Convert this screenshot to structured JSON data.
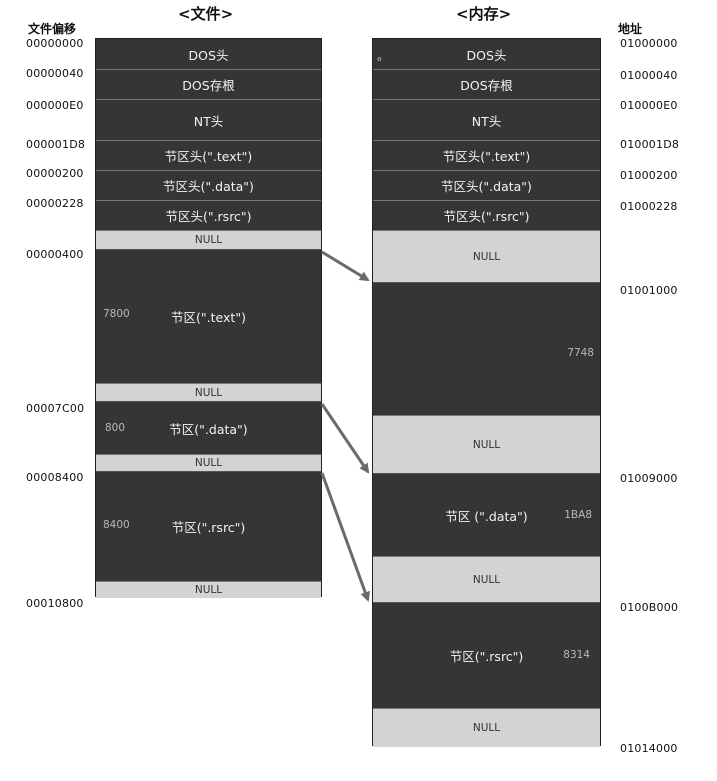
{
  "titles": {
    "file": "<文件>",
    "memory": "<内存>"
  },
  "headers": {
    "file_offset": "文件偏移",
    "address": "地址"
  },
  "file_offsets": [
    "00000000",
    "00000040",
    "000000E0",
    "000001D8",
    "00000200",
    "00000228",
    "00000400",
    "00007C00",
    "00008400",
    "00010800"
  ],
  "mem_addresses": [
    "01000000",
    "01000040",
    "010000E0",
    "010001D8",
    "01000200",
    "01000228",
    "01001000",
    "01009000",
    "0100B000",
    "01014000"
  ],
  "file_blocks": [
    {
      "label": "DOS头",
      "type": "dark"
    },
    {
      "label": "DOS存根",
      "type": "dark"
    },
    {
      "label": "NT头",
      "type": "dark"
    },
    {
      "label": "节区头(\".text\")",
      "type": "dark"
    },
    {
      "label": "节区头(\".data\")",
      "type": "dark"
    },
    {
      "label": "节区头(\".rsrc\")",
      "type": "dark"
    },
    {
      "label": "NULL",
      "type": "null"
    },
    {
      "label": "节区(\".text\")",
      "type": "dark",
      "size": "7800"
    },
    {
      "label": "NULL",
      "type": "null"
    },
    {
      "label": "节区(\".data\")",
      "type": "dark",
      "size": "800"
    },
    {
      "label": "NULL",
      "type": "null"
    },
    {
      "label": "节区(\".rsrc\")",
      "type": "dark",
      "size": "8400"
    },
    {
      "label": "NULL",
      "type": "null"
    }
  ],
  "mem_blocks": [
    {
      "label": "DOS头",
      "type": "dark",
      "mark": "。"
    },
    {
      "label": "DOS存根",
      "type": "dark"
    },
    {
      "label": "NT头",
      "type": "dark"
    },
    {
      "label": "节区头(\".text\")",
      "type": "dark"
    },
    {
      "label": "节区头(\".data\")",
      "type": "dark"
    },
    {
      "label": "节区头(\".rsrc\")",
      "type": "dark"
    },
    {
      "label": "NULL",
      "type": "null"
    },
    {
      "label": "",
      "type": "dark",
      "size": "7748"
    },
    {
      "label": "NULL",
      "type": "null"
    },
    {
      "label": "节区 (\".data\")",
      "type": "dark",
      "size": "1BA8"
    },
    {
      "label": "NULL",
      "type": "null"
    },
    {
      "label": "节区(\".rsrc\")",
      "type": "dark",
      "size": "8314"
    },
    {
      "label": "NULL",
      "type": "null"
    }
  ]
}
